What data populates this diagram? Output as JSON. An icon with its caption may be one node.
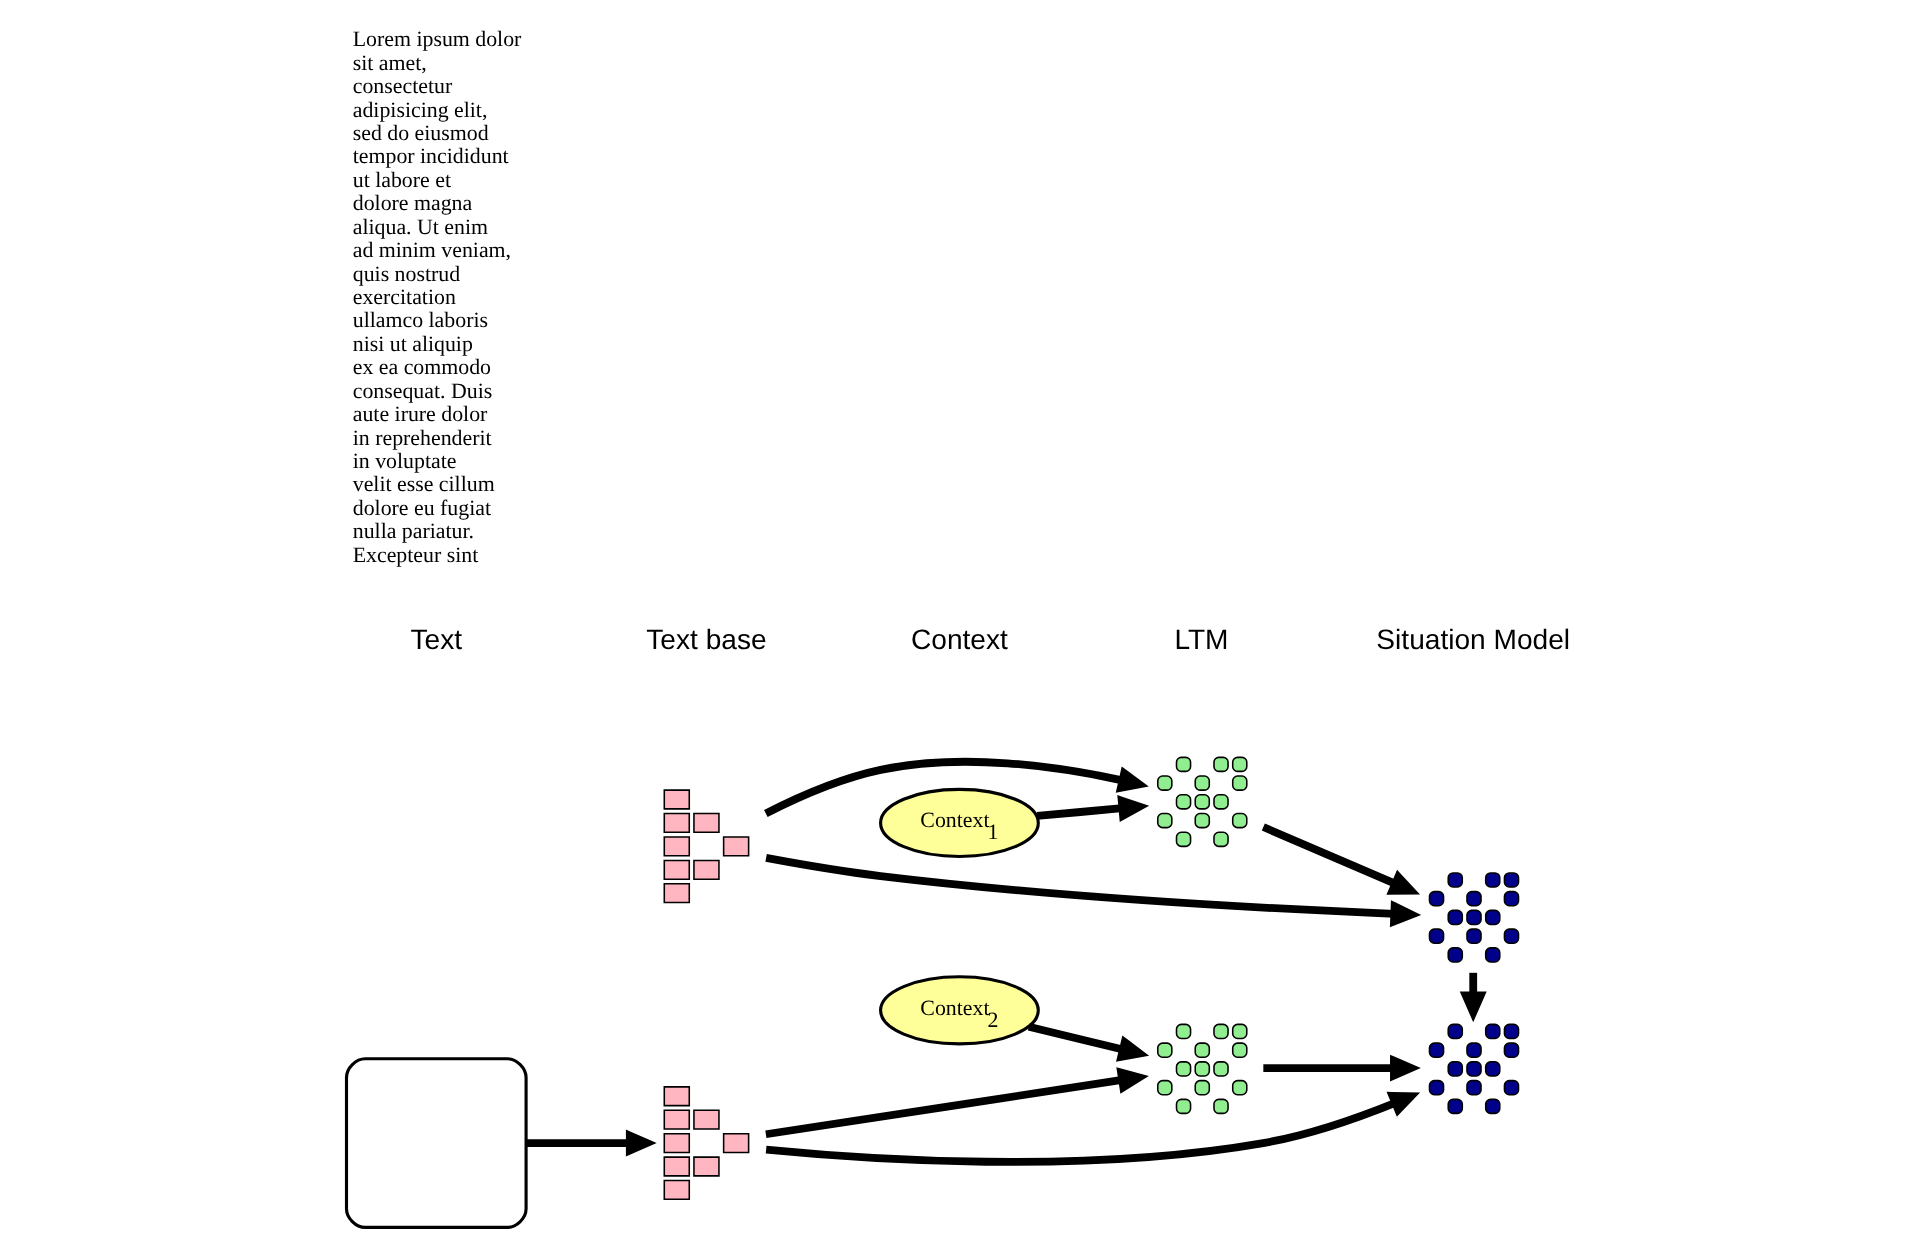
{
  "diagram": {
    "nodes": [
      {
        "text": [],
        "shape": "box"
      },
      {
        "text": [],
        "shape": "tree"
      },
      {
        "text": [],
        "shape": "tree"
      },
      {
        "text": [
          "Context$_{1}$"
        ]
      },
      {
        "text": [
          "Context$_{2}$"
        ]
      },
      {
        "text": [],
        "shape": "network"
      },
      {
        "text": [],
        "shape": "network"
      },
      {
        "text": [],
        "shape": "network"
      },
      {
        "text": [],
        "shape": "network"
      }
    ],
    "edges": [
      {
        "from": 0,
        "to": 2,
        "arrow": "to"
      },
      {
        "from": 3,
        "to": 5,
        "arrow": "to"
      },
      {
        "from": 1,
        "to": 5,
        "arrow": "to"
      },
      {
        "from": 1,
        "to": 7,
        "arrow": "to"
      },
      {
        "from": 5,
        "to": 7,
        "arrow": "to"
      },
      {
        "from": 7,
        "to": 8,
        "arrow": "to"
      },
      {
        "from": 4,
        "to": 6,
        "arrow": "to"
      },
      {
        "from": 2,
        "to": 6,
        "arrow": "to"
      },
      {
        "from": 2,
        "to": 8,
        "arrow": "to"
      },
      {
        "from": 6,
        "to": 8,
        "arrow": "to"
      }
    ],
    "labels": [
      "Text",
      "Text base",
      "Context",
      "LTM",
      "Situation Model",
      "Lorem ipsum dolor sit amet, consectetur adipisicing elit, sed do eiusmod tempor incididunt ut labore et dolore magna aliqua. Ut enim ad minim veniam, quis nostrud exercitation ullamco laboris nisi ut aliquip ex ea commodo consequat. Duis aute irure dolor in reprehenderit in voluptate velit esse cillum dolore eu fugiat nulla pariatur. Excepteur sint"
    ]
  }
}
